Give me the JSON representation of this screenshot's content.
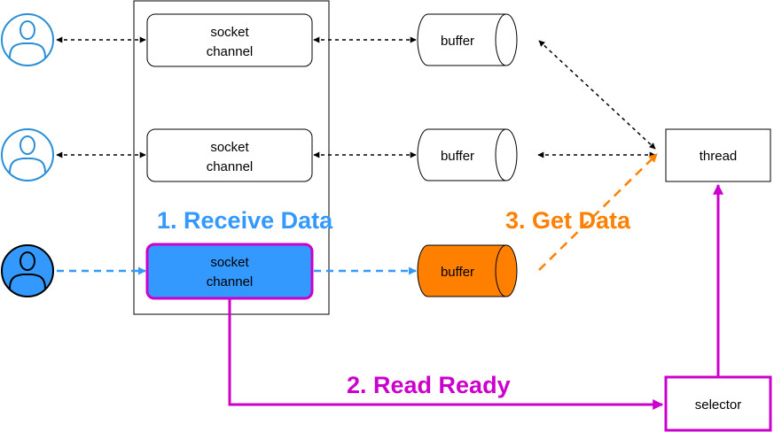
{
  "nodes": {
    "channels": [
      {
        "line1": "socket",
        "line2": "channel",
        "active": false
      },
      {
        "line1": "socket",
        "line2": "channel",
        "active": false
      },
      {
        "line1": "socket",
        "line2": "channel",
        "active": true
      }
    ],
    "buffers": [
      {
        "label": "buffer",
        "active": false
      },
      {
        "label": "buffer",
        "active": false
      },
      {
        "label": "buffer",
        "active": true
      }
    ],
    "thread": {
      "label": "thread"
    },
    "selector": {
      "label": "selector"
    }
  },
  "steps": {
    "receive": "1. Receive Data",
    "read_ready": "2. Read Ready",
    "get_data": "3. Get Data"
  },
  "colors": {
    "client_blue": "#2a8fd6",
    "client_active_fill": "#3399ff",
    "channel_active_fill": "#3399ff",
    "buffer_active_fill": "#ff8000",
    "step1": "#3399ff",
    "step2": "#cc00cc",
    "step3": "#ff8000",
    "magenta": "#cc00cc"
  }
}
